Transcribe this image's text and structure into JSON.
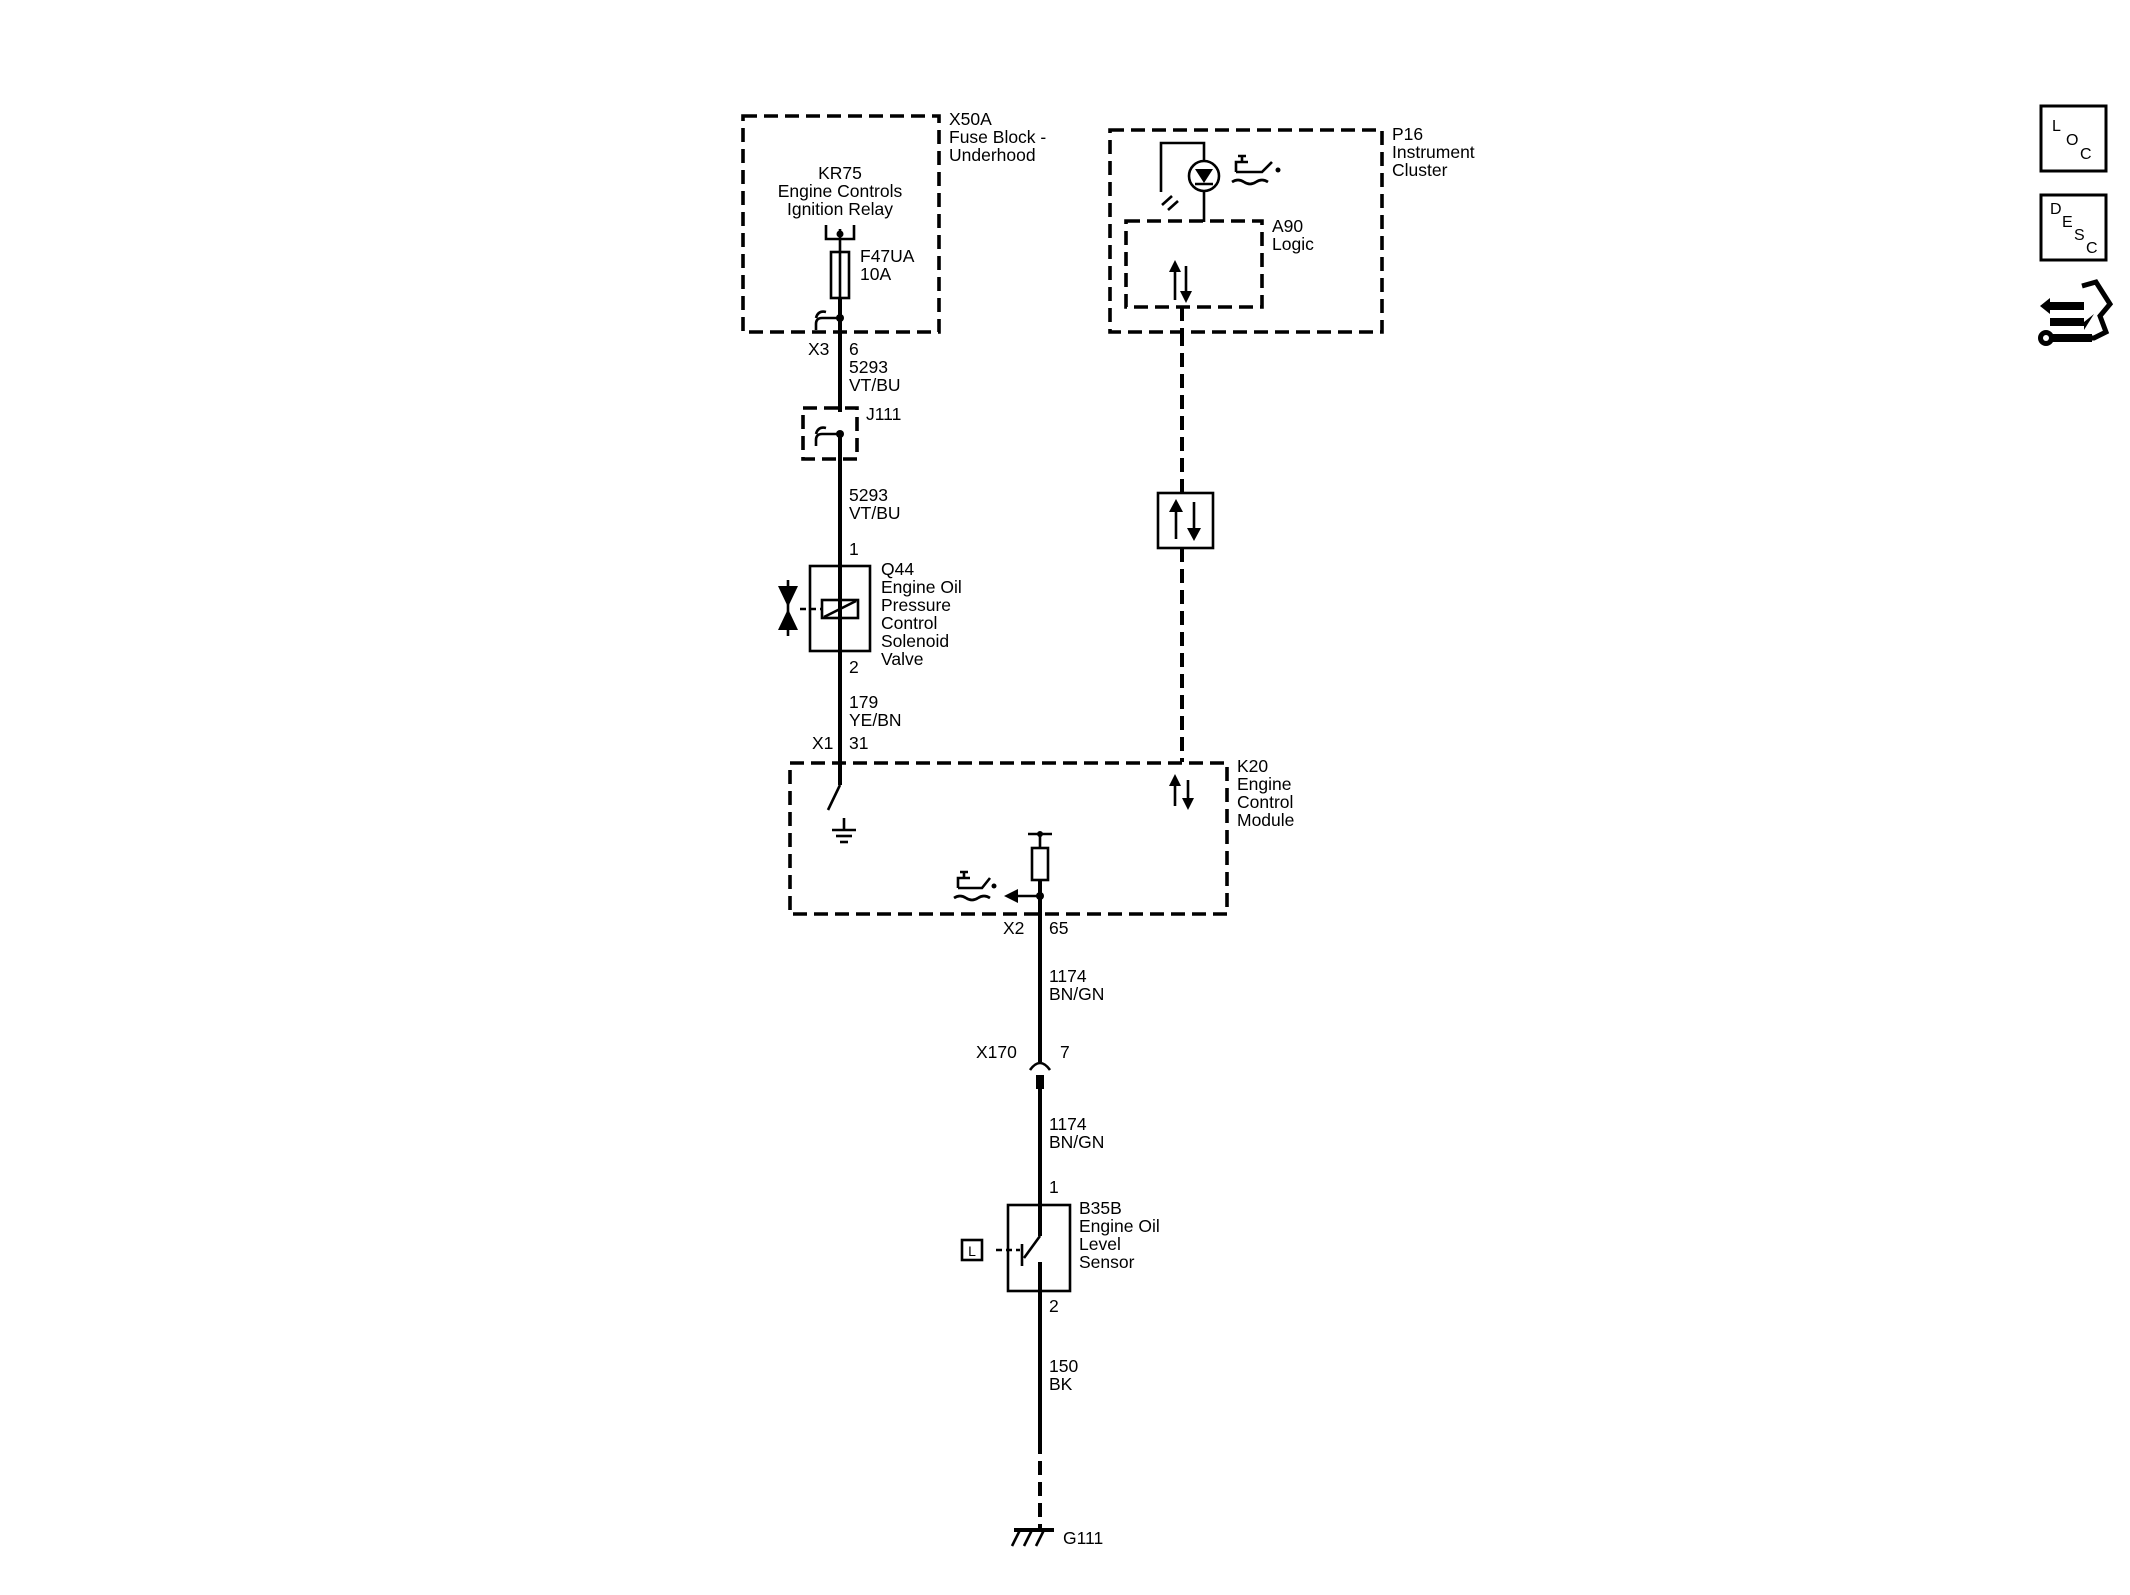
{
  "components": {
    "x50a": {
      "id": "X50A",
      "line1": "Fuse Block -",
      "line2": "Underhood"
    },
    "kr75": {
      "id": "KR75",
      "line1": "Engine Controls",
      "line2": "Ignition Relay"
    },
    "f47ua": {
      "id": "F47UA",
      "rating": "10A"
    },
    "p16": {
      "id": "P16",
      "line1": "Instrument",
      "line2": "Cluster"
    },
    "a90": {
      "id": "A90",
      "line1": "Logic"
    },
    "j111": {
      "id": "J111"
    },
    "q44": {
      "id": "Q44",
      "lines": [
        "Engine Oil",
        "Pressure",
        "Control",
        "Solenoid",
        "Valve"
      ]
    },
    "k20": {
      "id": "K20",
      "lines": [
        "Engine",
        "Control",
        "Module"
      ]
    },
    "b35b": {
      "id": "B35B",
      "lines": [
        "Engine Oil",
        "Level",
        "Sensor"
      ]
    },
    "g111": {
      "id": "G111"
    }
  },
  "connectors": {
    "x3": {
      "id": "X3",
      "pin": "6"
    },
    "x1": {
      "id": "X1",
      "pin": "31"
    },
    "x2": {
      "id": "X2",
      "pin": "65"
    },
    "x170": {
      "id": "X170",
      "pin": "7"
    },
    "q44_pin1": "1",
    "q44_pin2": "2",
    "b35b_pin1": "1",
    "b35b_pin2": "2"
  },
  "wires": {
    "w1": {
      "circuit": "5293",
      "color": "VT/BU"
    },
    "w2": {
      "circuit": "5293",
      "color": "VT/BU"
    },
    "w3": {
      "circuit": "179",
      "color": "YE/BN"
    },
    "w4": {
      "circuit": "1174",
      "color": "BN/GN"
    },
    "w5": {
      "circuit": "1174",
      "color": "BN/GN"
    },
    "w6": {
      "circuit": "150",
      "color": "BK"
    }
  },
  "symbols": {
    "level_box": "L"
  },
  "side_buttons": {
    "loc": {
      "c1": "L",
      "c2": "O",
      "c3": "C"
    },
    "desc": {
      "c1": "D",
      "c2": "E",
      "c3": "S",
      "c4": "C"
    },
    "icon": "connector-wrench-icon"
  }
}
